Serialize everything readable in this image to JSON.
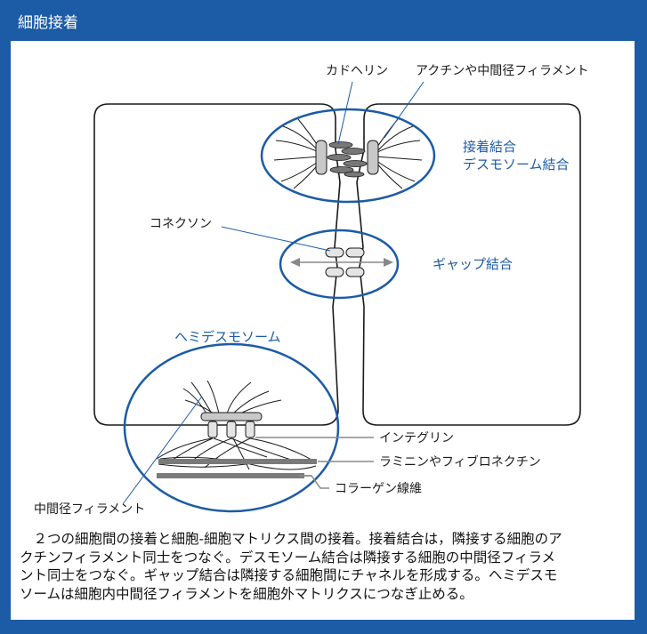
{
  "header": {
    "title": "細胞接着"
  },
  "colors": {
    "frame": "#1c5ba6",
    "accent": "#1c5ba6",
    "protein": "#999999",
    "line": "#1a1a1a"
  },
  "labels": {
    "cadherin": "カドヘリン",
    "actin": "アクチンや中間径フィラメント",
    "adherens": "接着結合",
    "desmosome": "デスモソーム結合",
    "connexon": "コネクソン",
    "gap": "ギャップ結合",
    "hemidesmosome": "ヘミデスモソーム",
    "integrin": "インテグリン",
    "laminin": "ラミニンやフィブロネクチン",
    "collagen": "コラーゲン線維",
    "intermediate": "中間径フィラメント"
  },
  "caption": "　２つの細胞間の接着と細胞‑細胞マトリクス間の接着。接着結合は，隣接する細胞のア\nクチンフィラメント同士をつなぐ。デスモソーム結合は隣接する細胞の中間径フィラメ\nント同士をつなぐ。ギャップ結合は隣接する細胞間にチャネルを形成する。ヘミデスモ\nソームは細胞内中間径フィラメントを細胞外マトリクスにつなぎ止める。"
}
